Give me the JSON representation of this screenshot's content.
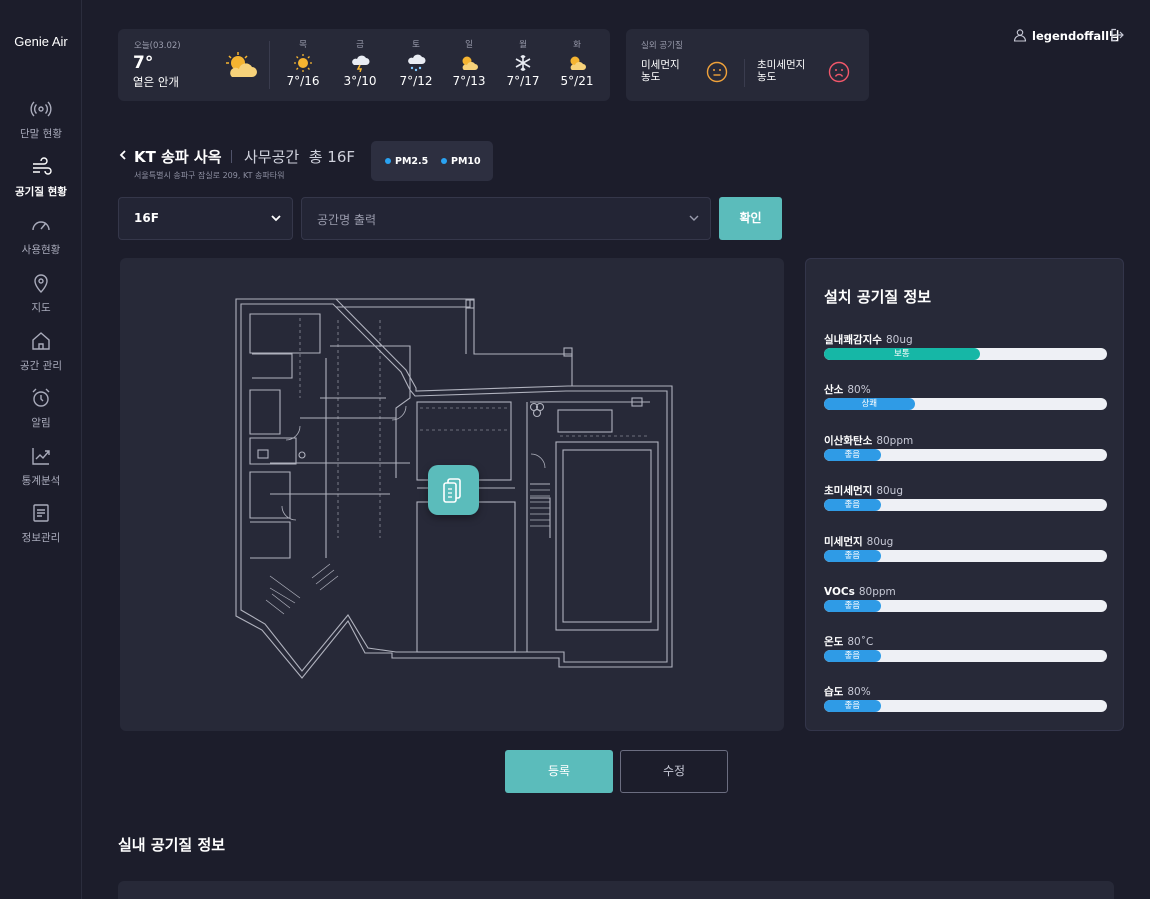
{
  "app": {
    "logo": "Genie Air"
  },
  "sidebar": {
    "items": [
      {
        "label": "단말 현황",
        "icon": "antenna-icon",
        "active": false
      },
      {
        "label": "공기질 현황",
        "icon": "wind-icon",
        "active": true
      },
      {
        "label": "사용현황",
        "icon": "gauge-icon",
        "active": false
      },
      {
        "label": "지도",
        "icon": "map-pin-icon",
        "active": false
      },
      {
        "label": "공간 관리",
        "icon": "home-icon",
        "active": false
      },
      {
        "label": "알림",
        "icon": "alarm-icon",
        "active": false
      },
      {
        "label": "통계분석",
        "icon": "chart-icon",
        "active": false
      },
      {
        "label": "정보관리",
        "icon": "document-icon",
        "active": false
      }
    ]
  },
  "weather": {
    "today": {
      "label": "오늘(03.02)",
      "temp": "7°",
      "desc": "옅은 안개",
      "icon": "sun-cloud-icon"
    },
    "days": [
      {
        "name": "목",
        "icon": "sun-icon",
        "temp": "7°/16"
      },
      {
        "name": "금",
        "icon": "thunder-icon",
        "temp": "3°/10"
      },
      {
        "name": "토",
        "icon": "snow-cloud-icon",
        "temp": "7°/12"
      },
      {
        "name": "일",
        "icon": "sun-cloud-icon",
        "temp": "7°/13"
      },
      {
        "name": "월",
        "icon": "snowflake-icon",
        "temp": "7°/17"
      },
      {
        "name": "화",
        "icon": "sun-cloud-icon",
        "temp": "5°/21"
      }
    ]
  },
  "outdoor": {
    "label": "실외 공기질",
    "pm10": {
      "label1": "미세먼지",
      "label2": "농도",
      "status": "neutral",
      "color": "#f0a23a"
    },
    "pm25": {
      "label1": "초미세먼지",
      "label2": "농도",
      "status": "bad",
      "color": "#f2576a"
    }
  },
  "user": {
    "name": "legendoffall님"
  },
  "site": {
    "name": "KT 송파 사옥",
    "space_type": "사무공간  총 16F",
    "address": "서울특별시 송파구 잠실로 209, KT 송파타워",
    "tags": [
      "PM2.5",
      "PM10"
    ]
  },
  "controls": {
    "floor": "16F",
    "space_placeholder": "공간명 출력",
    "confirm": "확인"
  },
  "info": {
    "title": "설치 공기질 정보",
    "metrics": [
      {
        "label": "실내쾌감지수",
        "value": "80ug",
        "status": "보통",
        "pct": 0.55,
        "color": "#16b7a6"
      },
      {
        "label": "산소",
        "value": "80%",
        "status": "상쾌",
        "pct": 0.32,
        "color": "#2f9be6"
      },
      {
        "label": "이산화탄소",
        "value": "80ppm",
        "status": "좋음",
        "pct": 0.2,
        "color": "#2f9be6"
      },
      {
        "label": "초미세먼지",
        "value": "80ug",
        "status": "좋음",
        "pct": 0.2,
        "color": "#2f9be6"
      },
      {
        "label": "미세먼지",
        "value": "80ug",
        "status": "좋음",
        "pct": 0.2,
        "color": "#2f9be6"
      },
      {
        "label": "VOCs",
        "value": "80ppm",
        "status": "좋음",
        "pct": 0.2,
        "color": "#2f9be6"
      },
      {
        "label": "온도",
        "value": "80˚C",
        "status": "좋음",
        "pct": 0.2,
        "color": "#2f9be6"
      },
      {
        "label": "습도",
        "value": "80%",
        "status": "좋음",
        "pct": 0.2,
        "color": "#2f9be6"
      }
    ]
  },
  "actions": {
    "register": "등록",
    "edit": "수정"
  },
  "section": {
    "title": "실내 공기질 정보"
  }
}
